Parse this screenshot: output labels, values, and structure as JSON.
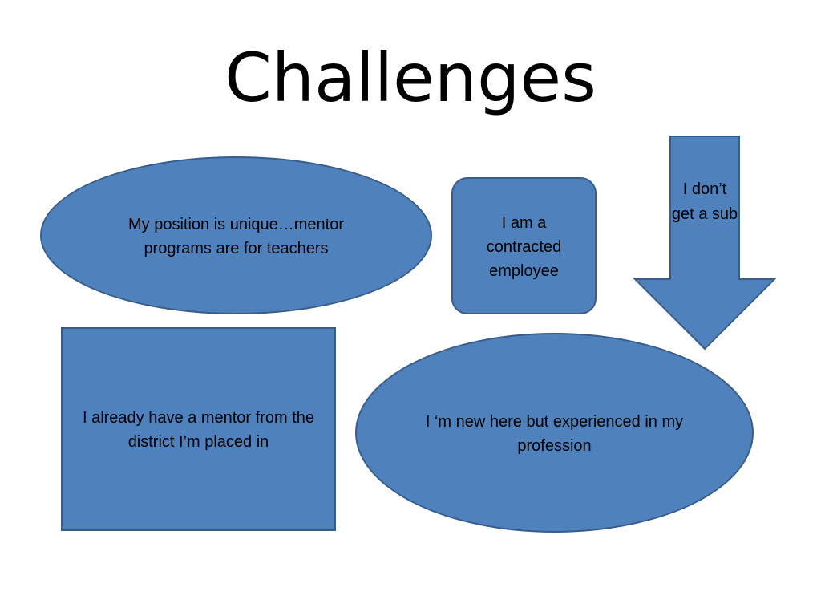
{
  "slide": {
    "title": "Challenges",
    "shapes": {
      "oval_top_left": "My position is unique…mentor programs are for teachers",
      "rounded_box": "I am a contracted employee",
      "arrow": "I don’t get a sub",
      "rectangle": "I already have a mentor from the district I’m placed in",
      "oval_bottom_right": "I ‘m new here but experienced in my profession"
    }
  },
  "colors": {
    "shape_fill": "#4f81bd",
    "shape_border": "#385d8a",
    "text": "#000000",
    "background": "#ffffff"
  }
}
